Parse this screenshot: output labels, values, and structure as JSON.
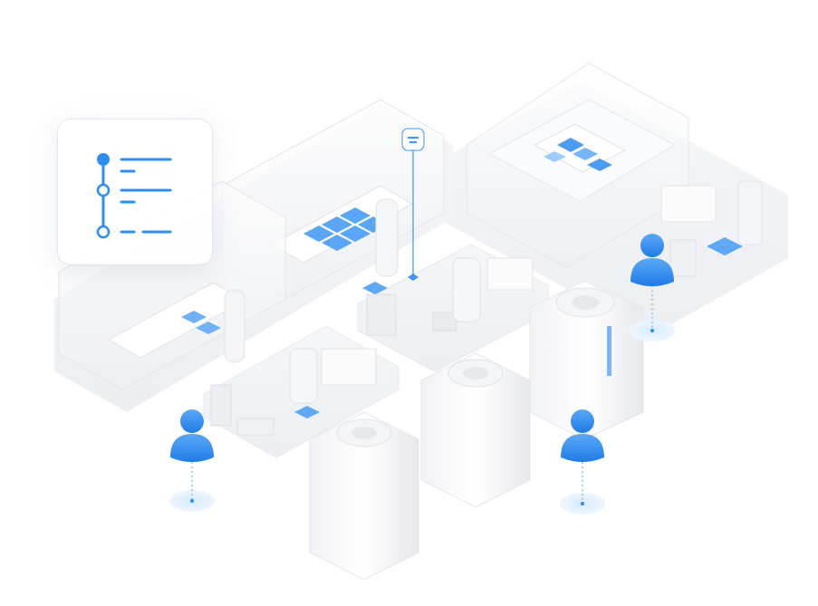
{
  "colors": {
    "accent": "#2f8df0",
    "accent_light": "#a9d2fb",
    "floor": "#f3f4f6",
    "machine": "#f7f8fa",
    "machine_edge": "#e3e5e9",
    "shadow": "#e9ecf0"
  },
  "icons": {
    "timeline": "timeline-list-icon",
    "operator": "person-icon",
    "sensor": "sensor-pin-icon"
  },
  "scene": {
    "operators": [
      "operator-left",
      "operator-center",
      "operator-right"
    ],
    "columns": [
      "column-left",
      "column-middle",
      "column-right"
    ],
    "lab_stations": [
      "station-back-left",
      "station-back-center",
      "station-back-right"
    ]
  }
}
